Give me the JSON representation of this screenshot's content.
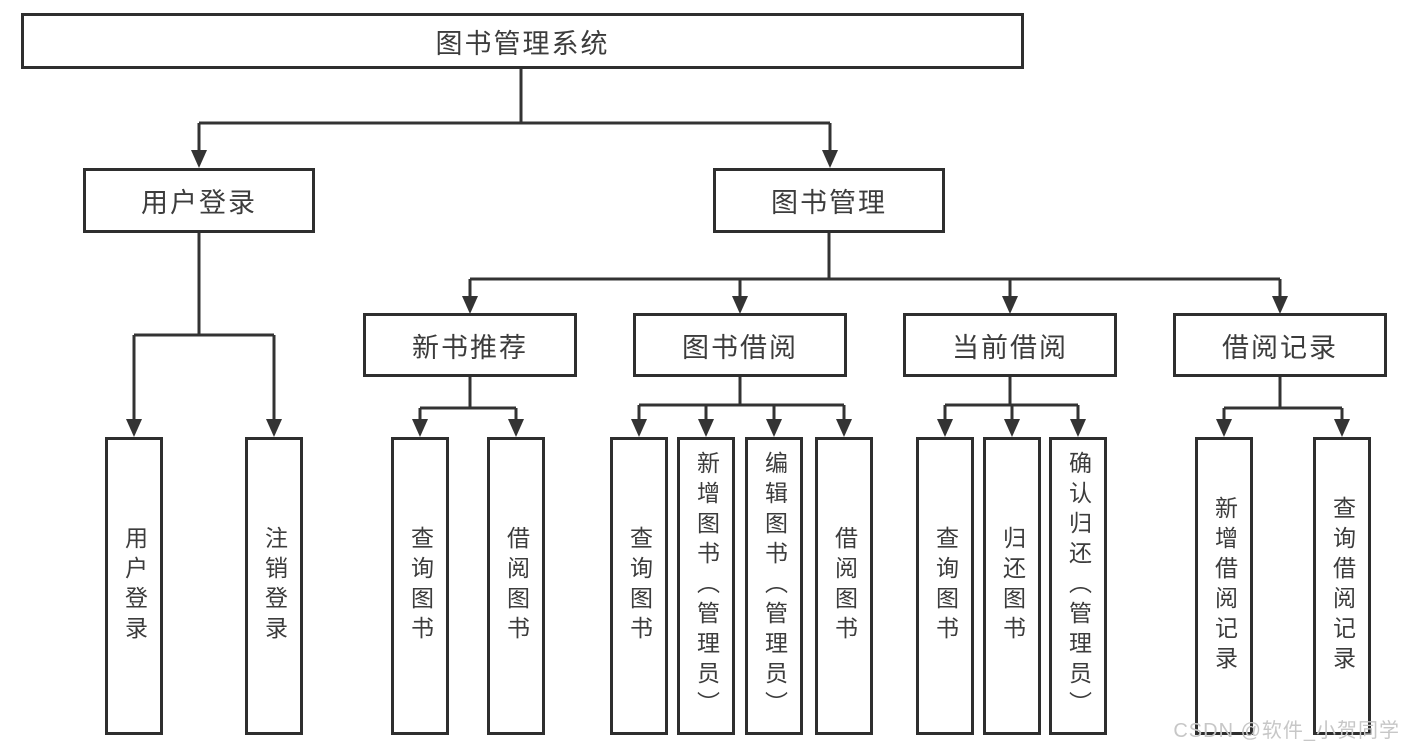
{
  "tree": {
    "root": "图书管理系统",
    "level2": [
      {
        "label": "用户登录",
        "leaves": [
          "用户登录",
          "注销登录"
        ]
      },
      {
        "label": "图书管理",
        "groups": [
          {
            "label": "新书推荐",
            "leaves": [
              "查询图书",
              "借阅图书"
            ]
          },
          {
            "label": "图书借阅",
            "leaves": [
              "查询图书",
              "新增图书（管理员）",
              "编辑图书（管理员）",
              "借阅图书"
            ]
          },
          {
            "label": "当前借阅",
            "leaves": [
              "查询图书",
              "归还图书",
              "确认归还（管理员）"
            ]
          },
          {
            "label": "借阅记录",
            "leaves": [
              "新增借阅记录",
              "查询借阅记录"
            ]
          }
        ]
      }
    ]
  },
  "watermark": "CSDN @软件_小贺同学",
  "colors": {
    "line": "#333333",
    "box_border": "#2e2e2e",
    "text": "#3c3c3c",
    "watermark": "#c7c7c7",
    "background": "#ffffff"
  }
}
